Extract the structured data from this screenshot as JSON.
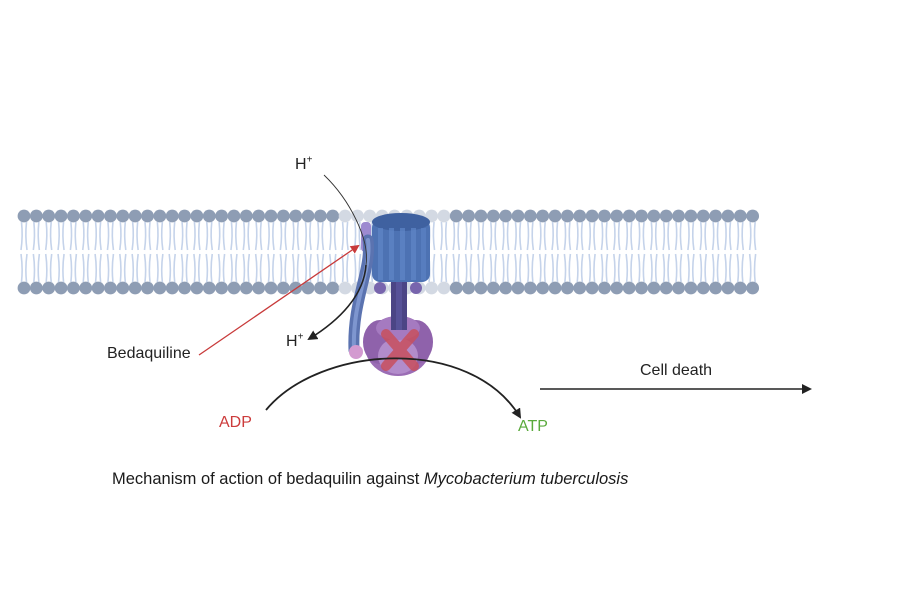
{
  "labels": {
    "proton_top": "H",
    "proton_top_charge": "+",
    "proton_bottom": "H",
    "proton_bottom_charge": "+",
    "drug": "Bedaquiline",
    "substrate": "ADP",
    "product": "ATP",
    "outcome": "Cell death"
  },
  "caption": {
    "text": "Mechanism of action of bedaquilin against ",
    "italic": "Mycobacterium tuberculosis"
  },
  "colors": {
    "lipid_head": "#8e9db4",
    "lipid_head_faded": "#d3d9e3",
    "lipid_tail": "#c5d3ea",
    "atp_synthase_c_ring": "#4d72b3",
    "atp_synthase_stalk": "#4b4585",
    "atp_synthase_f1": "#9b6db5",
    "subunit_a": "#6b86c0",
    "inhibition_mark": "#c8505e",
    "drug_pointer": "#c83a3a",
    "adp_text": "#cc3b3b",
    "atp_text": "#5aaa3c",
    "arrow": "#222222"
  }
}
